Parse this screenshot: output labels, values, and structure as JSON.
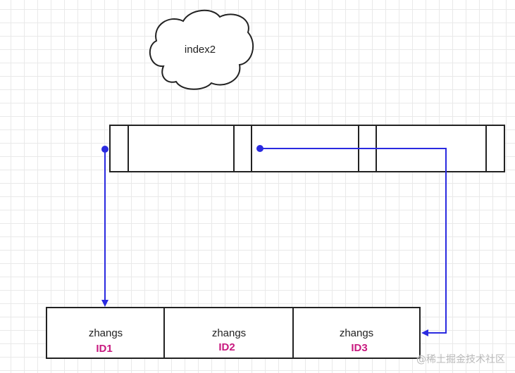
{
  "cloud": {
    "label": "index2"
  },
  "colors": {
    "arrow": "#2a2ae0",
    "id_text": "#c8197f",
    "stroke": "#222222"
  },
  "records": [
    {
      "name": "zhangs",
      "id": "ID1"
    },
    {
      "name": "zhangs",
      "id": "ID2"
    },
    {
      "name": "zhangs",
      "id": "ID3"
    }
  ],
  "watermark": "@稀土掘金技术社区"
}
